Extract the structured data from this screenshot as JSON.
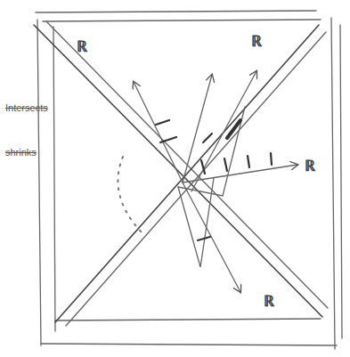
{
  "diagram": {
    "labels": [
      "ℝ",
      "ℝ",
      "ℝ",
      "ℝ",
      "Intersects",
      "shrinks"
    ]
  }
}
